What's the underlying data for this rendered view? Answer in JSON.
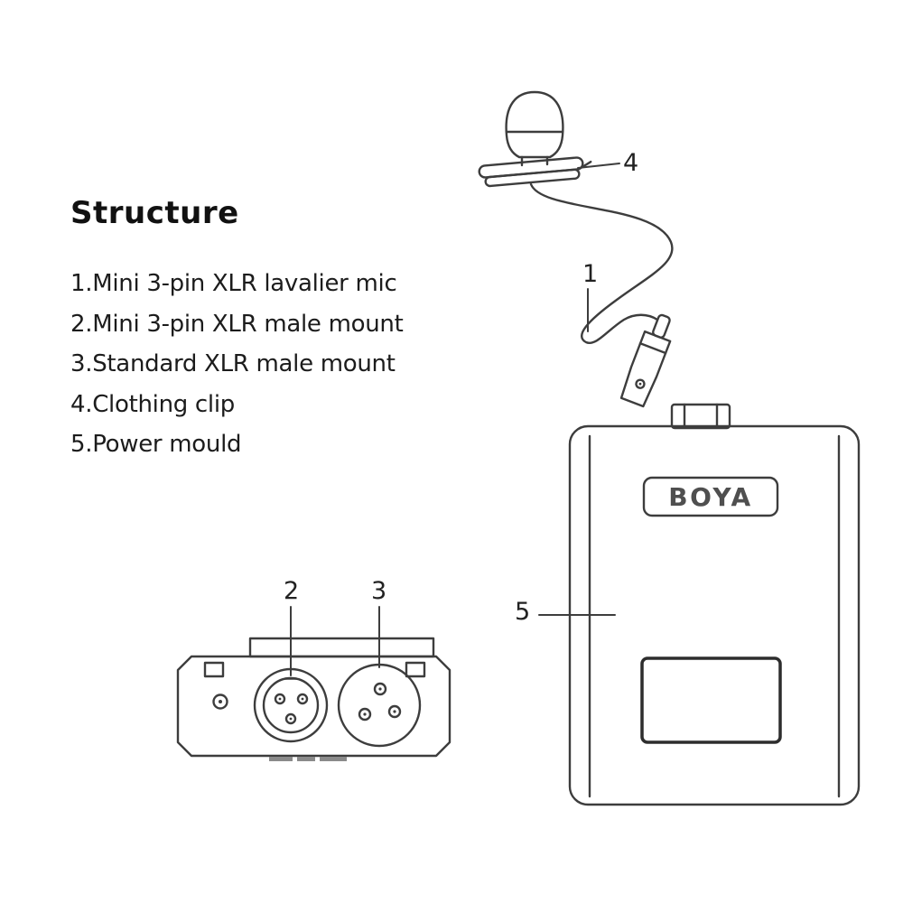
{
  "title": "Structure",
  "legend": [
    "1.Mini 3-pin XLR lavalier mic",
    "2.Mini 3-pin XLR male mount",
    "3.Standard XLR male mount",
    "4.Clothing clip",
    "5.Power mould"
  ],
  "callouts": {
    "mic_cable": "1",
    "mini_xlr_male_mount": "2",
    "standard_xlr_male_mount": "3",
    "clothing_clip": "4",
    "power_mould": "5"
  },
  "bodypack": {
    "brand": "BOYA"
  },
  "colors": {
    "line": "#3d3d3d",
    "text": "#1a1a1a",
    "background": "#ffffff"
  }
}
